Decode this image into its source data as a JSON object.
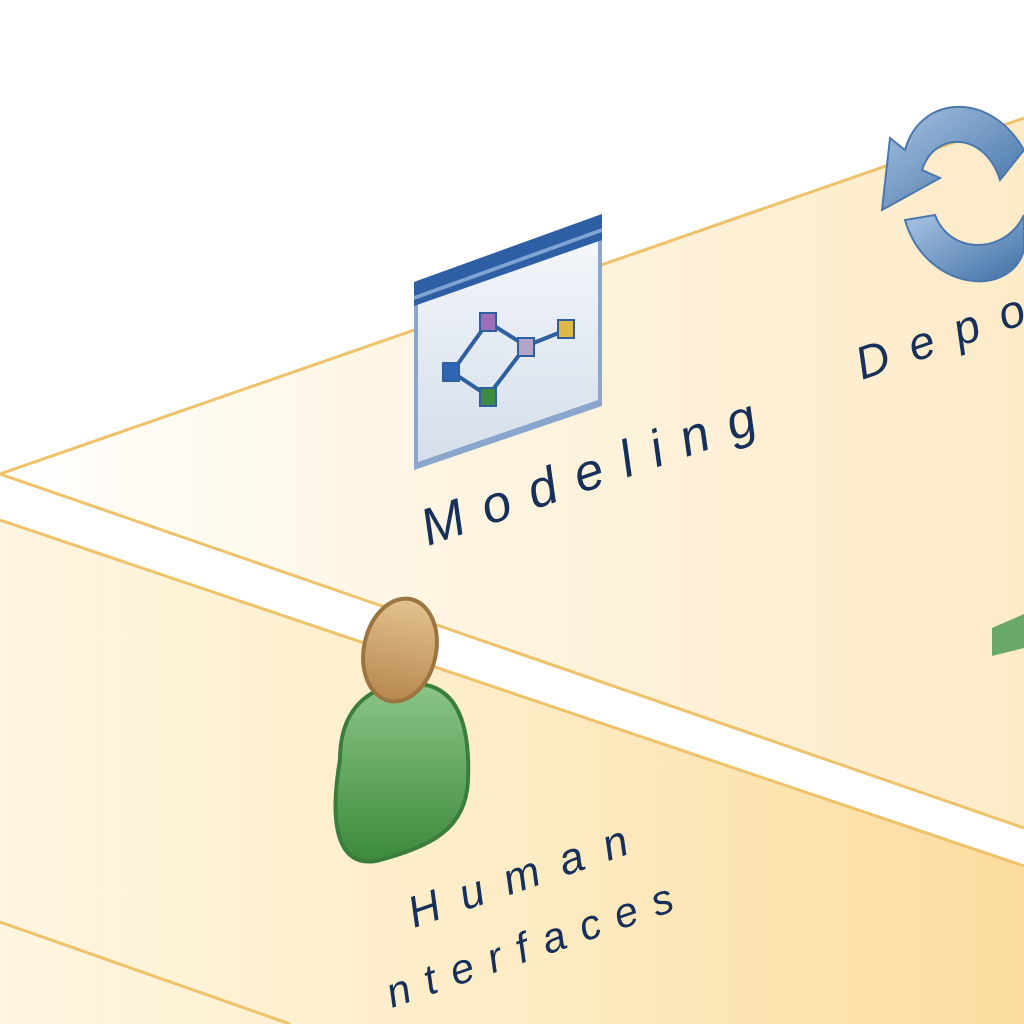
{
  "labels": {
    "modeling": "Modeling",
    "deploy": "Depo",
    "human_line1": "Human",
    "human_line2": "nterfaces"
  },
  "colors": {
    "plane_light": "#fffaf0",
    "plane_warm": "#fbe3ae",
    "plane_edge": "#efc26a",
    "label_text": "#16305a",
    "window_frame": "#2e5ea4",
    "cycle_arrow": "#5a86b8",
    "person_body": "#4f9a4b",
    "person_head": "#c49a63"
  },
  "icons": [
    "modeling-window-icon",
    "deploy-cycle-icon",
    "person-icon",
    "arrow-icon"
  ]
}
